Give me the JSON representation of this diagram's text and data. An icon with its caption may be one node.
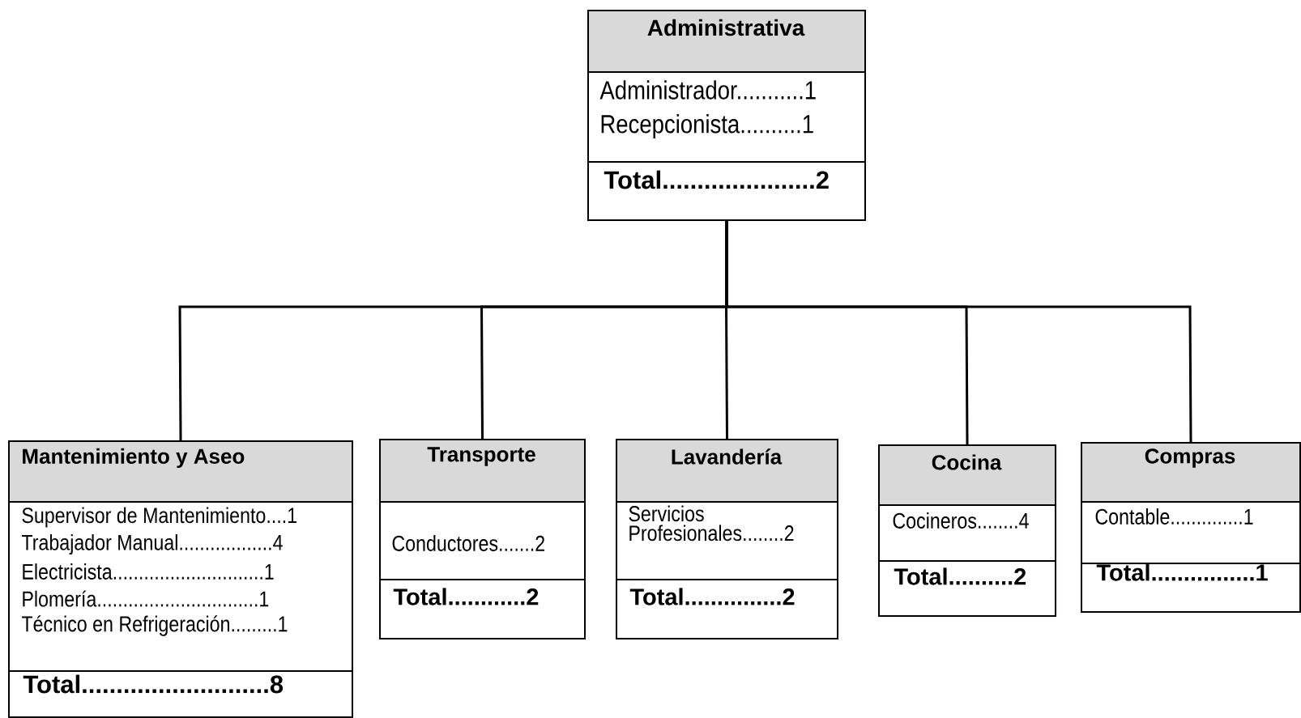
{
  "diagram": {
    "nodes": [
      {
        "text": [
          "Administrativa",
          "Administrador...........1",
          "Recepcionista..........1",
          "Total......................2"
        ]
      },
      {
        "text": [
          "Mantenimiento y Aseo",
          "Supervisor de Mantenimiento....1",
          "Trabajador Manual..................4",
          "Electricista.............................1",
          "Plomería...............................1",
          "Técnico en Refrigeración.........1",
          "Total...........................8"
        ]
      },
      {
        "text": [
          "Transporte",
          "Conductores.......2",
          "Total............2"
        ]
      },
      {
        "text": [
          "Lavandería",
          "Servicios Profesionales........2",
          "Total...............2"
        ]
      },
      {
        "text": [
          "Cocina",
          "Cocineros........4",
          "Total..........2"
        ]
      },
      {
        "text": [
          "Compras",
          "Contable..............1",
          "Total................1"
        ]
      }
    ],
    "edges": [
      {
        "from": 0,
        "to": 1,
        "arrow": "none"
      },
      {
        "from": 0,
        "to": 2,
        "arrow": "none"
      },
      {
        "from": 0,
        "to": 3,
        "arrow": "none"
      },
      {
        "from": 0,
        "to": 4,
        "arrow": "none"
      },
      {
        "from": 0,
        "to": 5,
        "arrow": "none"
      }
    ]
  }
}
